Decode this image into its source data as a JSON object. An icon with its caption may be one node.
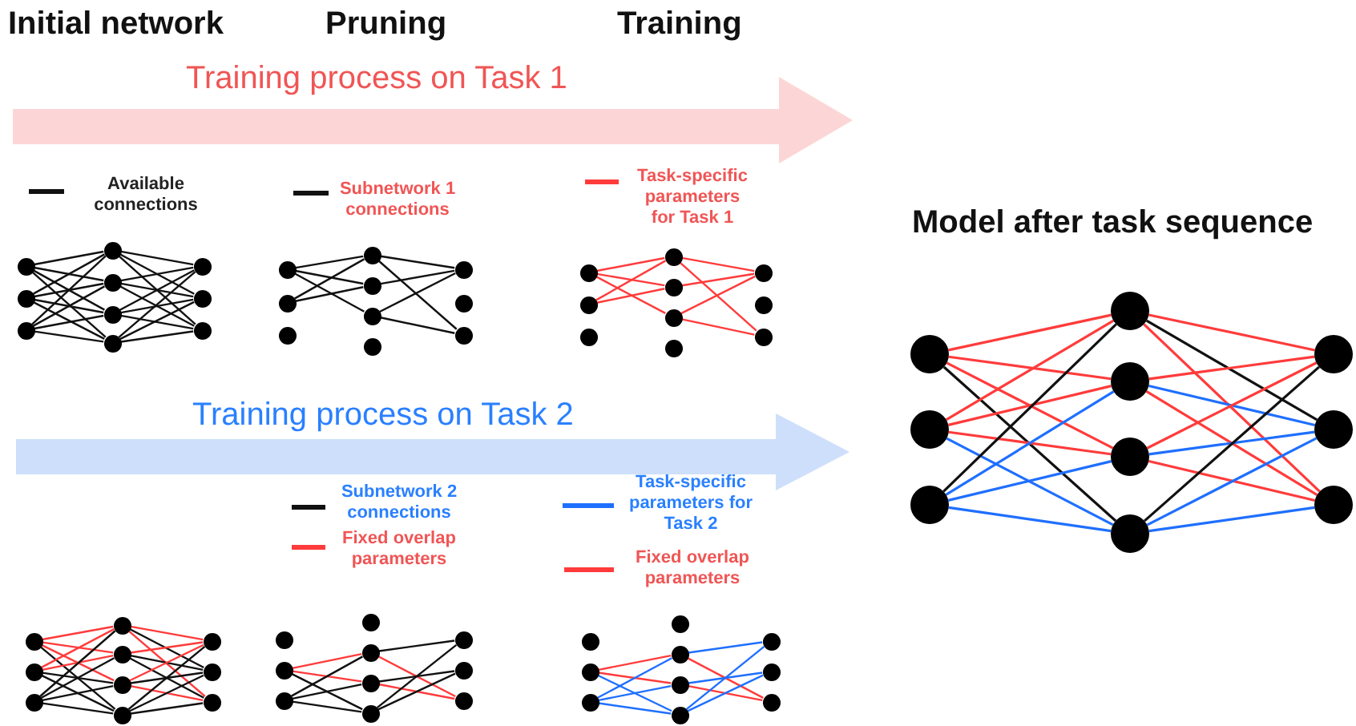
{
  "diagram": {
    "nodes": [
      {
        "text": [
          "Training process on Task 1"
        ]
      },
      {
        "text": [
          "Training process on Task 2"
        ]
      },
      {
        "text": [],
        "shape": "circle"
      },
      {
        "text": [],
        "shape": "circle"
      },
      {
        "text": [],
        "shape": "circle"
      },
      {
        "text": [],
        "shape": "circle"
      },
      {
        "text": [],
        "shape": "circle"
      },
      {
        "text": [],
        "shape": "circle"
      },
      {
        "text": [],
        "shape": "circle"
      },
      {
        "text": [],
        "shape": "circle"
      },
      {
        "text": [],
        "shape": "circle"
      },
      {
        "text": [],
        "shape": "circle"
      },
      {
        "text": [],
        "shape": "circle"
      },
      {
        "text": [],
        "shape": "circle"
      },
      {
        "text": [],
        "shape": "circle"
      },
      {
        "text": [],
        "shape": "circle"
      },
      {
        "text": [],
        "shape": "circle"
      },
      {
        "text": [],
        "shape": "circle"
      },
      {
        "text": [],
        "shape": "circle"
      },
      {
        "text": [],
        "shape": "circle"
      },
      {
        "text": [],
        "shape": "circle"
      },
      {
        "text": [],
        "shape": "circle"
      },
      {
        "text": [],
        "shape": "circle"
      },
      {
        "text": [],
        "shape": "circle"
      },
      {
        "text": [],
        "shape": "circle"
      },
      {
        "text": [],
        "shape": "circle"
      },
      {
        "text": [],
        "shape": "circle"
      },
      {
        "text": [],
        "shape": "circle"
      },
      {
        "text": [],
        "shape": "circle"
      },
      {
        "text": [],
        "shape": "circle"
      },
      {
        "text": [],
        "shape": "circle"
      },
      {
        "text": [],
        "shape": "circle"
      },
      {
        "text": [],
        "shape": "circle"
      },
      {
        "text": [],
        "shape": "circle"
      },
      {
        "text": [],
        "shape": "circle"
      },
      {
        "text": [],
        "shape": "circle"
      },
      {
        "text": [],
        "shape": "circle"
      },
      {
        "text": [],
        "shape": "circle"
      },
      {
        "text": [],
        "shape": "circle"
      },
      {
        "text": [],
        "shape": "circle"
      },
      {
        "text": [],
        "shape": "circle"
      },
      {
        "text": [],
        "shape": "circle"
      },
      {
        "text": [],
        "shape": "circle"
      },
      {
        "text": [],
        "shape": "circle"
      },
      {
        "text": [],
        "shape": "circle"
      },
      {
        "text": [],
        "shape": "circle"
      },
      {
        "text": [],
        "shape": "circle"
      },
      {
        "text": [],
        "shape": "circle"
      },
      {
        "text": [],
        "shape": "circle"
      },
      {
        "text": [],
        "shape": "circle"
      },
      {
        "text": [],
        "shape": "circle"
      },
      {
        "text": [],
        "shape": "circle"
      },
      {
        "text": [],
        "shape": "circle"
      },
      {
        "text": [],
        "shape": "circle"
      },
      {
        "text": [],
        "shape": "circle"
      },
      {
        "text": [],
        "shape": "circle"
      },
      {
        "text": [],
        "shape": "circle"
      },
      {
        "text": [],
        "shape": "circle"
      },
      {
        "text": [],
        "shape": "circle"
      },
      {
        "text": [],
        "shape": "circle"
      },
      {
        "text": [],
        "shape": "circle"
      },
      {
        "text": [],
        "shape": "circle"
      },
      {
        "text": [],
        "shape": "circle"
      },
      {
        "text": [],
        "shape": "circle"
      },
      {
        "text": [],
        "shape": "circle"
      },
      {
        "text": [],
        "shape": "circle"
      },
      {
        "text": [],
        "shape": "circle"
      },
      {
        "text": [],
        "shape": "circle"
      },
      {
        "text": [],
        "shape": "circle"
      },
      {
        "text": [],
        "shape": "circle"
      },
      {
        "text": [],
        "shape": "circle"
      },
      {
        "text": [],
        "shape": "circle"
      }
    ],
    "edges": [
      {
        "from": 2,
        "to": 5,
        "arrow": "none"
      },
      {
        "from": 2,
        "to": 6,
        "arrow": "none"
      },
      {
        "from": 2,
        "to": 7,
        "arrow": "none"
      },
      {
        "from": 2,
        "to": 8,
        "arrow": "none"
      },
      {
        "from": 3,
        "to": 5,
        "arrow": "none"
      },
      {
        "from": 3,
        "to": 6,
        "arrow": "none"
      },
      {
        "from": 3,
        "to": 7,
        "arrow": "none"
      },
      {
        "from": 3,
        "to": 8,
        "arrow": "none"
      },
      {
        "from": 4,
        "to": 5,
        "arrow": "none"
      },
      {
        "from": 4,
        "to": 6,
        "arrow": "none"
      },
      {
        "from": 4,
        "to": 7,
        "arrow": "none"
      },
      {
        "from": 4,
        "to": 8,
        "arrow": "none"
      },
      {
        "from": 5,
        "to": 9,
        "arrow": "none"
      },
      {
        "from": 5,
        "to": 10,
        "arrow": "none"
      },
      {
        "from": 5,
        "to": 11,
        "arrow": "none"
      },
      {
        "from": 6,
        "to": 9,
        "arrow": "none"
      },
      {
        "from": 6,
        "to": 10,
        "arrow": "none"
      },
      {
        "from": 6,
        "to": 11,
        "arrow": "none"
      },
      {
        "from": 7,
        "to": 9,
        "arrow": "none"
      },
      {
        "from": 7,
        "to": 10,
        "arrow": "none"
      },
      {
        "from": 7,
        "to": 11,
        "arrow": "none"
      },
      {
        "from": 8,
        "to": 9,
        "arrow": "none"
      },
      {
        "from": 8,
        "to": 10,
        "arrow": "none"
      },
      {
        "from": 8,
        "to": 11,
        "arrow": "none"
      },
      {
        "from": 12,
        "to": 15,
        "arrow": "none"
      },
      {
        "from": 12,
        "to": 16,
        "arrow": "none"
      },
      {
        "from": 12,
        "to": 17,
        "arrow": "none"
      },
      {
        "from": 13,
        "to": 15,
        "arrow": "none"
      },
      {
        "from": 13,
        "to": 16,
        "arrow": "none"
      },
      {
        "from": 15,
        "to": 19,
        "arrow": "none"
      },
      {
        "from": 15,
        "to": 21,
        "arrow": "none"
      },
      {
        "from": 16,
        "to": 19,
        "arrow": "none"
      },
      {
        "from": 17,
        "to": 19,
        "arrow": "none"
      },
      {
        "from": 17,
        "to": 21,
        "arrow": "none"
      },
      {
        "from": 22,
        "to": 25,
        "arrow": "none",
        "color": "#ff3b3b"
      },
      {
        "from": 22,
        "to": 26,
        "arrow": "none",
        "color": "#ff3b3b"
      },
      {
        "from": 22,
        "to": 27,
        "arrow": "none",
        "color": "#ff3b3b"
      },
      {
        "from": 23,
        "to": 25,
        "arrow": "none",
        "color": "#ff3b3b"
      },
      {
        "from": 23,
        "to": 26,
        "arrow": "none",
        "color": "#ff3b3b"
      },
      {
        "from": 25,
        "to": 29,
        "arrow": "none",
        "color": "#ff3b3b"
      },
      {
        "from": 25,
        "to": 31,
        "arrow": "none",
        "color": "#ff3b3b"
      },
      {
        "from": 26,
        "to": 29,
        "arrow": "none",
        "color": "#ff3b3b"
      },
      {
        "from": 27,
        "to": 29,
        "arrow": "none",
        "color": "#ff3b3b"
      },
      {
        "from": 27,
        "to": 31,
        "arrow": "none",
        "color": "#ff3b3b"
      },
      {
        "from": 32,
        "to": 35,
        "arrow": "none",
        "color": "#ff3b3b"
      },
      {
        "from": 32,
        "to": 36,
        "arrow": "none",
        "color": "#ff3b3b"
      },
      {
        "from": 32,
        "to": 37,
        "arrow": "none",
        "color": "#ff3b3b"
      },
      {
        "from": 32,
        "to": 38,
        "arrow": "none"
      },
      {
        "from": 33,
        "to": 35,
        "arrow": "none",
        "color": "#ff3b3b"
      },
      {
        "from": 33,
        "to": 36,
        "arrow": "none",
        "color": "#ff3b3b"
      },
      {
        "from": 33,
        "to": 37,
        "arrow": "none",
        "color": "#ff3b3b"
      },
      {
        "from": 33,
        "to": 38,
        "arrow": "none",
        "color": "#1f6fff"
      },
      {
        "from": 34,
        "to": 35,
        "arrow": "none"
      },
      {
        "from": 34,
        "to": 36,
        "arrow": "none",
        "color": "#1f6fff"
      },
      {
        "from": 34,
        "to": 37,
        "arrow": "none",
        "color": "#1f6fff"
      },
      {
        "from": 34,
        "to": 38,
        "arrow": "none",
        "color": "#1f6fff"
      },
      {
        "from": 35,
        "to": 39,
        "arrow": "none",
        "color": "#ff3b3b"
      },
      {
        "from": 35,
        "to": 40,
        "arrow": "none"
      },
      {
        "from": 35,
        "to": 41,
        "arrow": "none",
        "color": "#ff3b3b"
      },
      {
        "from": 36,
        "to": 39,
        "arrow": "none",
        "color": "#ff3b3b"
      },
      {
        "from": 36,
        "to": 40,
        "arrow": "none",
        "color": "#1f6fff"
      },
      {
        "from": 36,
        "to": 41,
        "arrow": "none",
        "color": "#ff3b3b"
      },
      {
        "from": 37,
        "to": 39,
        "arrow": "none",
        "color": "#ff3b3b"
      },
      {
        "from": 37,
        "to": 40,
        "arrow": "none",
        "color": "#1f6fff"
      },
      {
        "from": 37,
        "to": 41,
        "arrow": "none",
        "color": "#ff3b3b"
      },
      {
        "from": 38,
        "to": 39,
        "arrow": "none"
      },
      {
        "from": 38,
        "to": 40,
        "arrow": "none",
        "color": "#1f6fff"
      },
      {
        "from": 38,
        "to": 41,
        "arrow": "none",
        "color": "#1f6fff"
      },
      {
        "from": 42,
        "to": 45,
        "arrow": "none",
        "color": "#ff3b3b"
      },
      {
        "from": 42,
        "to": 46,
        "arrow": "none",
        "color": "#ff3b3b"
      },
      {
        "from": 42,
        "to": 47,
        "arrow": "none",
        "color": "#ff3b3b"
      },
      {
        "from": 42,
        "to": 48,
        "arrow": "none"
      },
      {
        "from": 43,
        "to": 45,
        "arrow": "none",
        "color": "#ff3b3b"
      },
      {
        "from": 43,
        "to": 46,
        "arrow": "none",
        "color": "#ff3b3b"
      },
      {
        "from": 43,
        "to": 47,
        "arrow": "none"
      },
      {
        "from": 43,
        "to": 48,
        "arrow": "none"
      },
      {
        "from": 44,
        "to": 45,
        "arrow": "none"
      },
      {
        "from": 44,
        "to": 46,
        "arrow": "none"
      },
      {
        "from": 44,
        "to": 47,
        "arrow": "none"
      },
      {
        "from": 44,
        "to": 48,
        "arrow": "none"
      },
      {
        "from": 45,
        "to": 49,
        "arrow": "none",
        "color": "#ff3b3b"
      },
      {
        "from": 45,
        "to": 50,
        "arrow": "none"
      },
      {
        "from": 45,
        "to": 51,
        "arrow": "none",
        "color": "#ff3b3b"
      },
      {
        "from": 46,
        "to": 49,
        "arrow": "none",
        "color": "#ff3b3b"
      },
      {
        "from": 46,
        "to": 50,
        "arrow": "none"
      },
      {
        "from": 46,
        "to": 51,
        "arrow": "none"
      },
      {
        "from": 47,
        "to": 49,
        "arrow": "none",
        "color": "#ff3b3b"
      },
      {
        "from": 47,
        "to": 50,
        "arrow": "none"
      },
      {
        "from": 47,
        "to": 51,
        "arrow": "none",
        "color": "#ff3b3b"
      },
      {
        "from": 48,
        "to": 49,
        "arrow": "none"
      },
      {
        "from": 48,
        "to": 50,
        "arrow": "none"
      },
      {
        "from": 48,
        "to": 51,
        "arrow": "none"
      },
      {
        "from": 53,
        "to": 56,
        "arrow": "none",
        "color": "#ff3b3b"
      },
      {
        "from": 53,
        "to": 57,
        "arrow": "none",
        "color": "#ff3b3b"
      },
      {
        "from": 53,
        "to": 58,
        "arrow": "none"
      },
      {
        "from": 54,
        "to": 56,
        "arrow": "none"
      },
      {
        "from": 54,
        "to": 57,
        "arrow": "none"
      },
      {
        "from": 54,
        "to": 58,
        "arrow": "none"
      },
      {
        "from": 56,
        "to": 59,
        "arrow": "none"
      },
      {
        "from": 56,
        "to": 61,
        "arrow": "none",
        "color": "#ff3b3b"
      },
      {
        "from": 57,
        "to": 60,
        "arrow": "none"
      },
      {
        "from": 57,
        "to": 61,
        "arrow": "none",
        "color": "#ff3b3b"
      },
      {
        "from": 58,
        "to": 59,
        "arrow": "none"
      },
      {
        "from": 58,
        "to": 60,
        "arrow": "none"
      },
      {
        "from": 63,
        "to": 66,
        "arrow": "none",
        "color": "#ff3b3b"
      },
      {
        "from": 63,
        "to": 67,
        "arrow": "none",
        "color": "#ff3b3b"
      },
      {
        "from": 63,
        "to": 68,
        "arrow": "none",
        "color": "#1f6fff"
      },
      {
        "from": 64,
        "to": 66,
        "arrow": "none",
        "color": "#1f6fff"
      },
      {
        "from": 64,
        "to": 67,
        "arrow": "none",
        "color": "#1f6fff"
      },
      {
        "from": 64,
        "to": 68,
        "arrow": "none",
        "color": "#1f6fff"
      },
      {
        "from": 66,
        "to": 69,
        "arrow": "none",
        "color": "#1f6fff"
      },
      {
        "from": 66,
        "to": 71,
        "arrow": "none",
        "color": "#ff3b3b"
      },
      {
        "from": 67,
        "to": 70,
        "arrow": "none",
        "color": "#1f6fff"
      },
      {
        "from": 67,
        "to": 71,
        "arrow": "none",
        "color": "#ff3b3b"
      },
      {
        "from": 68,
        "to": 69,
        "arrow": "none",
        "color": "#1f6fff"
      },
      {
        "from": 68,
        "to": 70,
        "arrow": "none",
        "color": "#1f6fff"
      }
    ],
    "labels": [
      "Initial network",
      "Pruning",
      "Training",
      "Model after task sequence"
    ],
    "legend": [
      {
        "text": "Available connections"
      },
      {
        "text": "Subnetwork 1 connections"
      },
      {
        "text": "Task-specific parameters for Task 1"
      },
      {
        "text": "Subnetwork 2 connections"
      },
      {
        "text": "Fixed overlap parameters"
      },
      {
        "text": "Task-specific parameters for Task 2"
      },
      {
        "text": "Fixed overlap parameters"
      }
    ]
  }
}
